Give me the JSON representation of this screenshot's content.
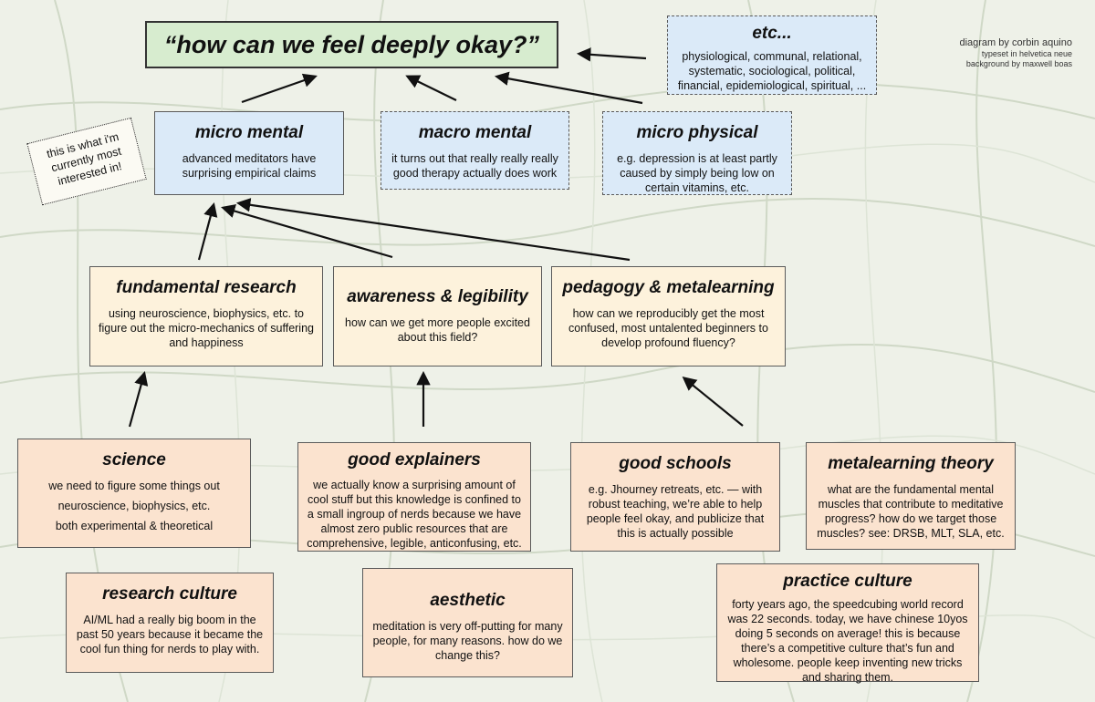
{
  "main_question": "“how can we feel deeply okay?”",
  "credits": {
    "line1": "diagram by corbin aquino",
    "line2": "typeset in helvetica neue",
    "line3": "background by maxwell boas"
  },
  "side_note": "this is what i'm currently most interested in!",
  "etc_box": {
    "title": "etc...",
    "body": "physiological, communal, relational, systematic, sociological, political, financial, epidemiological, spiritual, ..."
  },
  "micro_mental": {
    "title": "micro mental",
    "body": "advanced meditators have surprising empirical claims"
  },
  "macro_mental": {
    "title": "macro mental",
    "body": "it turns out that really really really good therapy actually does work"
  },
  "micro_physical": {
    "title": "micro physical",
    "body": "e.g. depression is at least partly caused by simply being low on certain vitamins, etc."
  },
  "fundamental_research": {
    "title": "fundamental research",
    "body": "using neuroscience, biophysics, etc. to figure out the micro-mechanics of suffering and happiness"
  },
  "awareness_legibility": {
    "title": "awareness & legibility",
    "body": "how can we get more people excited about this field?"
  },
  "pedagogy": {
    "title": "pedagogy & metalearning",
    "body": "how can we reproducibly get the most confused, most untalented beginners to develop profound fluency?"
  },
  "science": {
    "title": "science",
    "p1": "we need to figure some things out",
    "p2": "neuroscience, biophysics, etc.",
    "p3": "both experimental & theoretical"
  },
  "good_explainers": {
    "title": "good explainers",
    "body": "we actually know a surprising amount of cool stuff but this knowledge is confined to a small ingroup of nerds because we have almost zero public resources that are comprehensive, legible, anticonfusing, etc."
  },
  "good_schools": {
    "title": "good schools",
    "body": "e.g. Jhourney retreats, etc. — with robust teaching, we’re able to help people feel okay, and publicize that this is actually possible"
  },
  "metalearning_theory": {
    "title": "metalearning theory",
    "body": "what are the fundamental mental muscles that contribute to meditative progress? how do we target those muscles? see: DRSB, MLT, SLA, etc."
  },
  "research_culture": {
    "title": "research culture",
    "body": "AI/ML had a really big boom in the past 50 years because it became the cool fun thing for nerds to play with."
  },
  "aesthetic": {
    "title": "aesthetic",
    "body": "meditation is very off-putting for many people, for many reasons. how do we change this?"
  },
  "practice_culture": {
    "title": "practice culture",
    "body": "forty years ago, the speedcubing world record was 22 seconds. today, we have chinese 10yos doing 5 seconds on average! this is because there’s a competitive culture that’s fun and wholesome. people keep inventing new tricks and sharing them."
  },
  "colors": {
    "green_box": "#d7eccf",
    "blue_box": "#dbeaf8",
    "cream_box": "#fdf2dc",
    "peach_box": "#fbe3cf"
  }
}
